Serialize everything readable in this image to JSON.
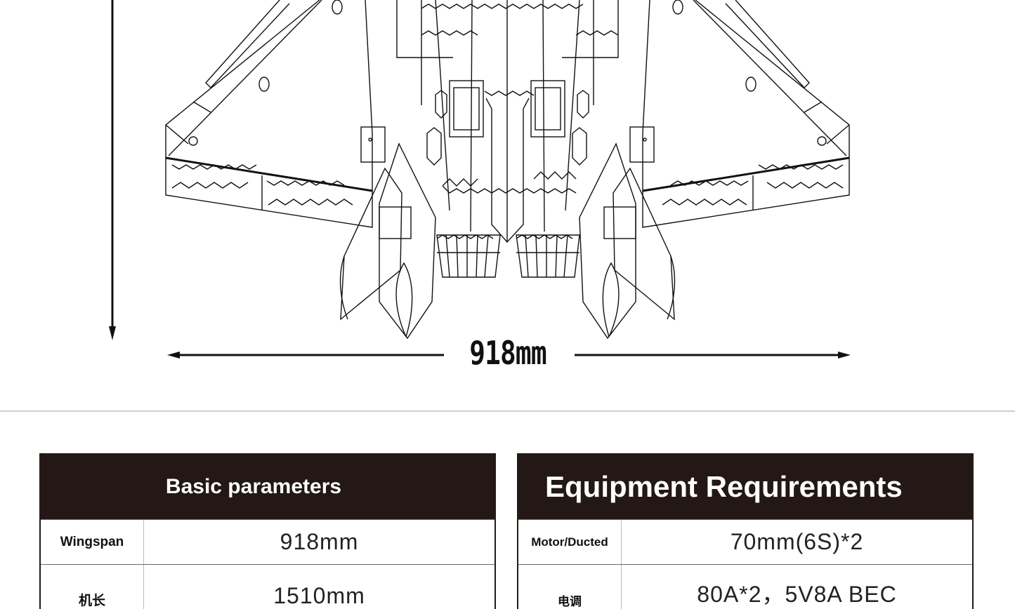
{
  "drawing": {
    "subject": "twin-engine jet aircraft outline, bottom view",
    "wingspan_dimension_label": "918mm",
    "line_color": "#111111"
  },
  "tables": {
    "basic": {
      "title": "Basic parameters",
      "rows": [
        {
          "label": "Wingspan",
          "value": "918mm"
        },
        {
          "label": "机长",
          "value": "1510mm"
        }
      ]
    },
    "equipment": {
      "title": "Equipment Requirements",
      "rows": [
        {
          "label": "Motor/Ducted",
          "value": "70mm(6S)*2"
        },
        {
          "label": "电调",
          "value": "80A*2，5V8A BEC"
        }
      ]
    }
  },
  "colors": {
    "header_bg": "#231816",
    "header_text": "#ffffff",
    "divider": "#cfcfcf"
  }
}
